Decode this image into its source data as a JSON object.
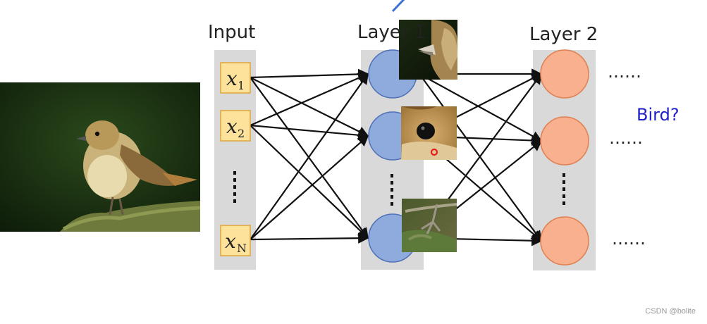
{
  "layers": {
    "input_label": "Input",
    "layer1_label": "Layer 1",
    "layer2_label": "Layer 2"
  },
  "inputs": [
    {
      "var": "x",
      "sub": "1"
    },
    {
      "var": "x",
      "sub": "2"
    },
    {
      "var": "x",
      "sub": "N"
    }
  ],
  "ellipsis": "……",
  "output_label": "Bird?",
  "watermark": "CSDN @bolite",
  "colors": {
    "input_box": "#fce29a",
    "input_box_border": "#e0a63a",
    "layer1_node": "#8faadc",
    "layer1_node_border": "#4f72b8",
    "layer2_node": "#f8b08f",
    "layer2_node_border": "#e08050",
    "column_bg": "#d9d9d9",
    "output_text": "#1f1fc8",
    "accent_line": "#3d6fd6"
  },
  "icons": {
    "bird_photo": "bird-photo",
    "beak_crop": "bird-beak-crop",
    "eye_crop": "bird-eye-crop",
    "foot_crop": "bird-foot-crop"
  }
}
